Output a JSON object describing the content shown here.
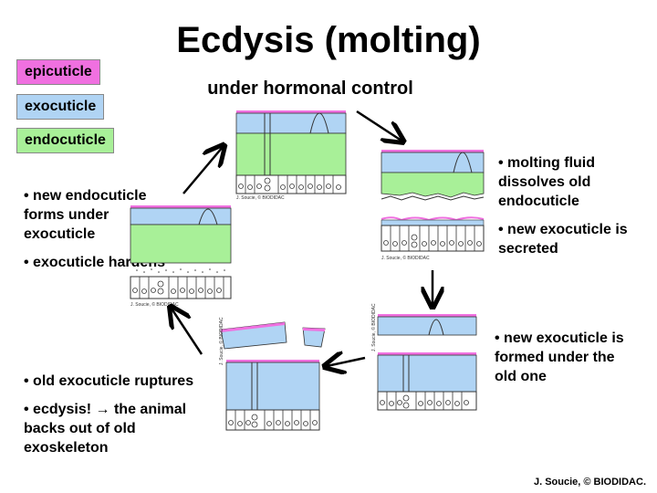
{
  "title": "Ecdysis (molting)",
  "subtitle": "under hormonal control",
  "legend": [
    {
      "label": "epicuticle",
      "color": "#f070e0"
    },
    {
      "label": "exocuticle",
      "color": "#b0d4f4"
    },
    {
      "label": "endocuticle",
      "color": "#a8f098"
    }
  ],
  "steps": {
    "right_top": [
      "• molting fluid dissolves old endocuticle",
      "• new exocuticle is secreted"
    ],
    "right_bottom": [
      "• new exocuticle is formed under the old one"
    ],
    "left_bottom": [
      "• old exocuticle ruptures",
      "• ecdysis! → the animal backs out of old exoskeleton"
    ],
    "left_top": [
      "• new endocuticle forms under exocuticle",
      "• exocuticle hardens"
    ]
  },
  "figure_credit": "J. Soucie, © BIODIDAC",
  "credit": "J. Soucie, © BIODIDAC."
}
